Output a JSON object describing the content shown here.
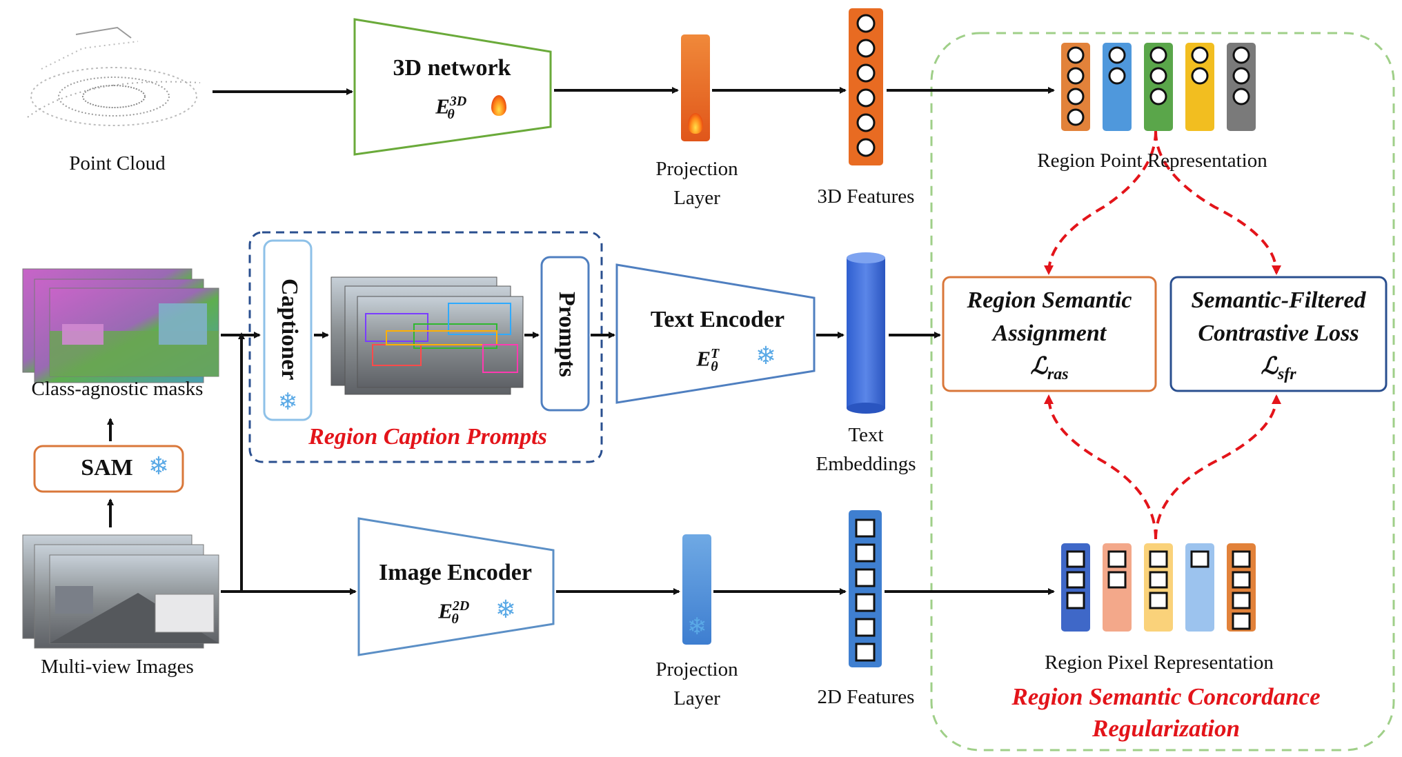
{
  "labels": {
    "point_cloud": "Point Cloud",
    "network_3d_title": "3D network",
    "network_3d_symbol": "E",
    "network_3d_sup": "3D",
    "network_3d_sub": "θ",
    "projection_layer_line1": "Projection",
    "projection_layer_line2": "Layer",
    "features_3d": "3D Features",
    "region_point_repr": "Region Point Representation",
    "class_agnostic_masks": "Class-agnostic masks",
    "sam": "SAM",
    "captioner": "Captioner",
    "prompts": "Prompts",
    "region_caption_prompts": "Region Caption Prompts",
    "text_encoder_title": "Text Encoder",
    "text_encoder_symbol": "E",
    "text_encoder_sup": "T",
    "text_encoder_sub": "θ",
    "text_embeddings_line1": "Text",
    "text_embeddings_line2": "Embeddings",
    "ras_line1": "Region Semantic",
    "ras_line2": "Assignment",
    "ras_loss": "ℒ",
    "ras_loss_sub": "ras",
    "sfr_line1": "Semantic-Filtered",
    "sfr_line2": "Contrastive Loss",
    "sfr_loss": "ℒ",
    "sfr_loss_sub": "sfr",
    "multi_view_images": "Multi-view Images",
    "image_encoder_title": "Image Encoder",
    "image_encoder_symbol": "E",
    "image_encoder_sup": "2D",
    "image_encoder_sub": "θ",
    "projection_layer2_line1": "Projection",
    "projection_layer2_line2": "Layer",
    "features_2d": "2D Features",
    "region_pixel_repr": "Region Pixel Representation",
    "rscr_line1": "Region Semantic Concordance",
    "rscr_line2": "Regularization"
  },
  "icons": {
    "frozen": "❄",
    "trainable": "fire-icon"
  },
  "colors": {
    "green_box": "#6aaa3a",
    "blue_box": "#4f7fc0",
    "orange_box": "#d9773a",
    "dark_blue_box": "#2a4f8f",
    "red_arrow": "#e3141a",
    "dashed_green": "#9fcf88",
    "region_point_cols": [
      "#e2823a",
      "#4f98dc",
      "#5aa64a",
      "#f2be20",
      "#7a7a7a"
    ],
    "region_pixel_cols": [
      "#3f68c8",
      "#f3a88a",
      "#fad27a",
      "#9cc3ee",
      "#e2823a"
    ]
  }
}
